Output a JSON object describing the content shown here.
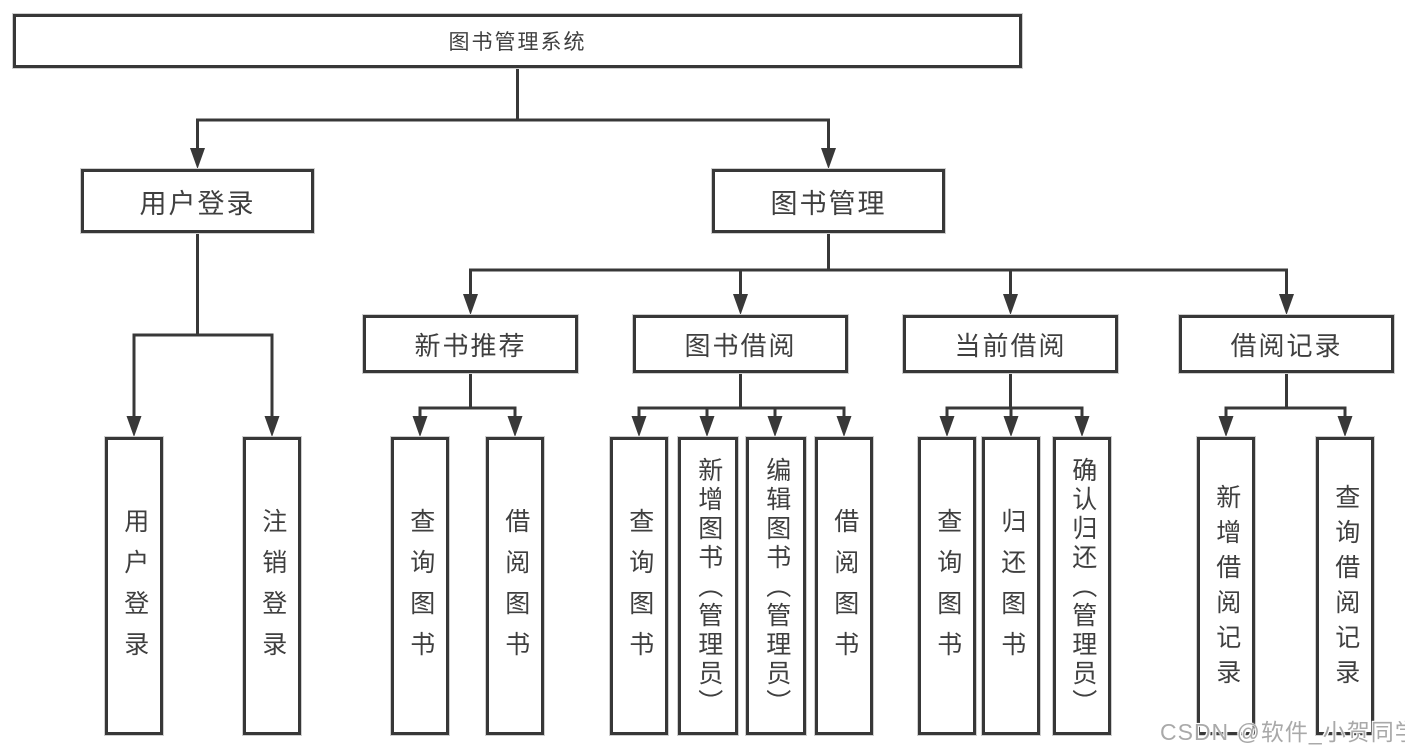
{
  "tree": {
    "label": "图书管理系统",
    "children": [
      {
        "label": "用户登录",
        "children": [
          {
            "label": "用户登录"
          },
          {
            "label": "注销登录"
          }
        ]
      },
      {
        "label": "图书管理",
        "children": [
          {
            "label": "新书推荐",
            "children": [
              {
                "label": "查询图书"
              },
              {
                "label": "借阅图书"
              }
            ]
          },
          {
            "label": "图书借阅",
            "children": [
              {
                "label": "查询图书"
              },
              {
                "label": "新增图书（管理员）"
              },
              {
                "label": "编辑图书（管理员）"
              },
              {
                "label": "借阅图书"
              }
            ]
          },
          {
            "label": "当前借阅",
            "children": [
              {
                "label": "查询图书"
              },
              {
                "label": "归还图书"
              },
              {
                "label": "确认归还（管理员）"
              }
            ]
          },
          {
            "label": "借阅记录",
            "children": [
              {
                "label": "新增借阅记录"
              },
              {
                "label": "查询借阅记录"
              }
            ]
          }
        ]
      }
    ]
  },
  "watermark": {
    "text": "CSDN @软件_小贺同学"
  },
  "colors": {
    "background": "#ffffff",
    "line": "#383838",
    "box_border": "#383838",
    "box_fill": "#ffffff",
    "text": "#3f3f3f",
    "watermark": "#a9a9a9"
  }
}
